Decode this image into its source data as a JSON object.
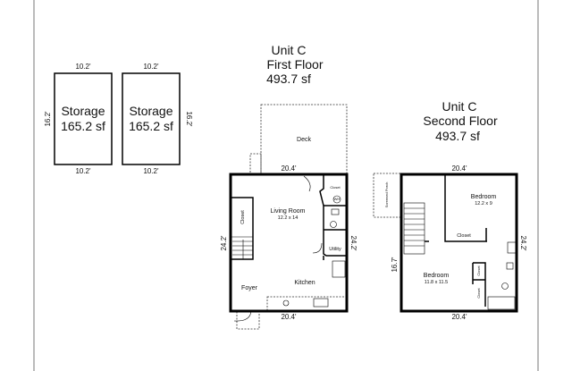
{
  "storage": [
    {
      "label": "Storage",
      "area": "165.2 sf",
      "width": "10.2'",
      "depth": "16.2'"
    },
    {
      "label": "Storage",
      "area": "165.2 sf",
      "width": "10.2'",
      "depth": "16.2'"
    }
  ],
  "first_floor": {
    "unit": "Unit C",
    "floor": "First Floor",
    "area": "493.7 sf",
    "width": "20.4'",
    "depth": "24.2'",
    "rooms": {
      "deck": "Deck",
      "living_room": "Living Room",
      "living_room_size": "12.2 x 14",
      "closet_left": "Closet",
      "closet_top": "Closet",
      "utility": "Utility",
      "kitchen": "Kitchen",
      "foyer": "Foyer",
      "wh": "WH"
    }
  },
  "second_floor": {
    "unit": "Unit C",
    "floor": "Second Floor",
    "area": "493.7 sf",
    "width": "20.4'",
    "depth_right": "24.2'",
    "depth_left": "16.7'",
    "rooms": {
      "screened_porch": "Screened Porch",
      "bedroom1": "Bedroom",
      "bedroom1_size": "12.2 x 9",
      "closet1": "Closet",
      "bedroom2": "Bedroom",
      "bedroom2_size": "11.8 x 11.5",
      "closet2": "Closet",
      "closet3": "Closet"
    }
  }
}
